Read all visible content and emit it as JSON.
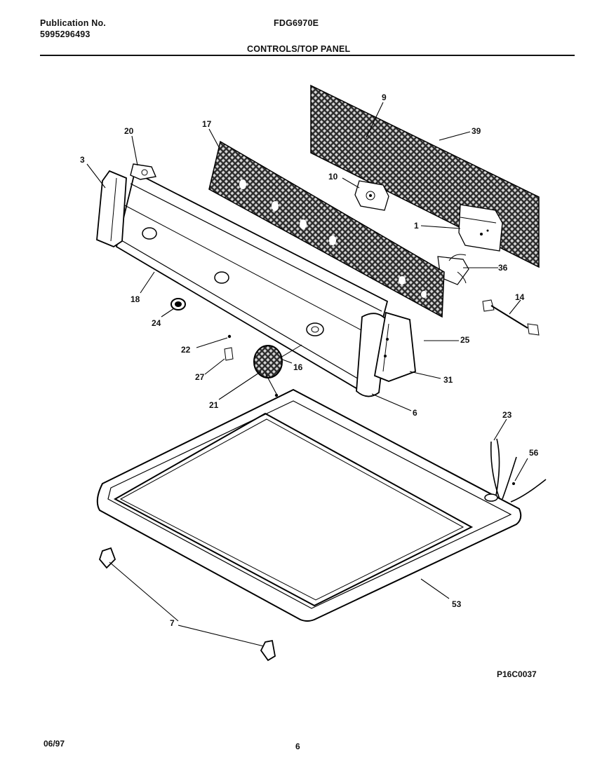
{
  "header": {
    "publication_label": "Publication No.",
    "publication_number": "5995296493",
    "model": "FDG6970E",
    "section_title": "CONTROLS/TOP PANEL"
  },
  "callouts": [
    "1",
    "3",
    "6",
    "7",
    "9",
    "10",
    "14",
    "16",
    "17",
    "18",
    "20",
    "21",
    "22",
    "23",
    "24",
    "25",
    "27",
    "31",
    "36",
    "39",
    "53",
    "56"
  ],
  "footer": {
    "date": "06/97",
    "page": "6",
    "drawing_id": "P16C0037"
  }
}
